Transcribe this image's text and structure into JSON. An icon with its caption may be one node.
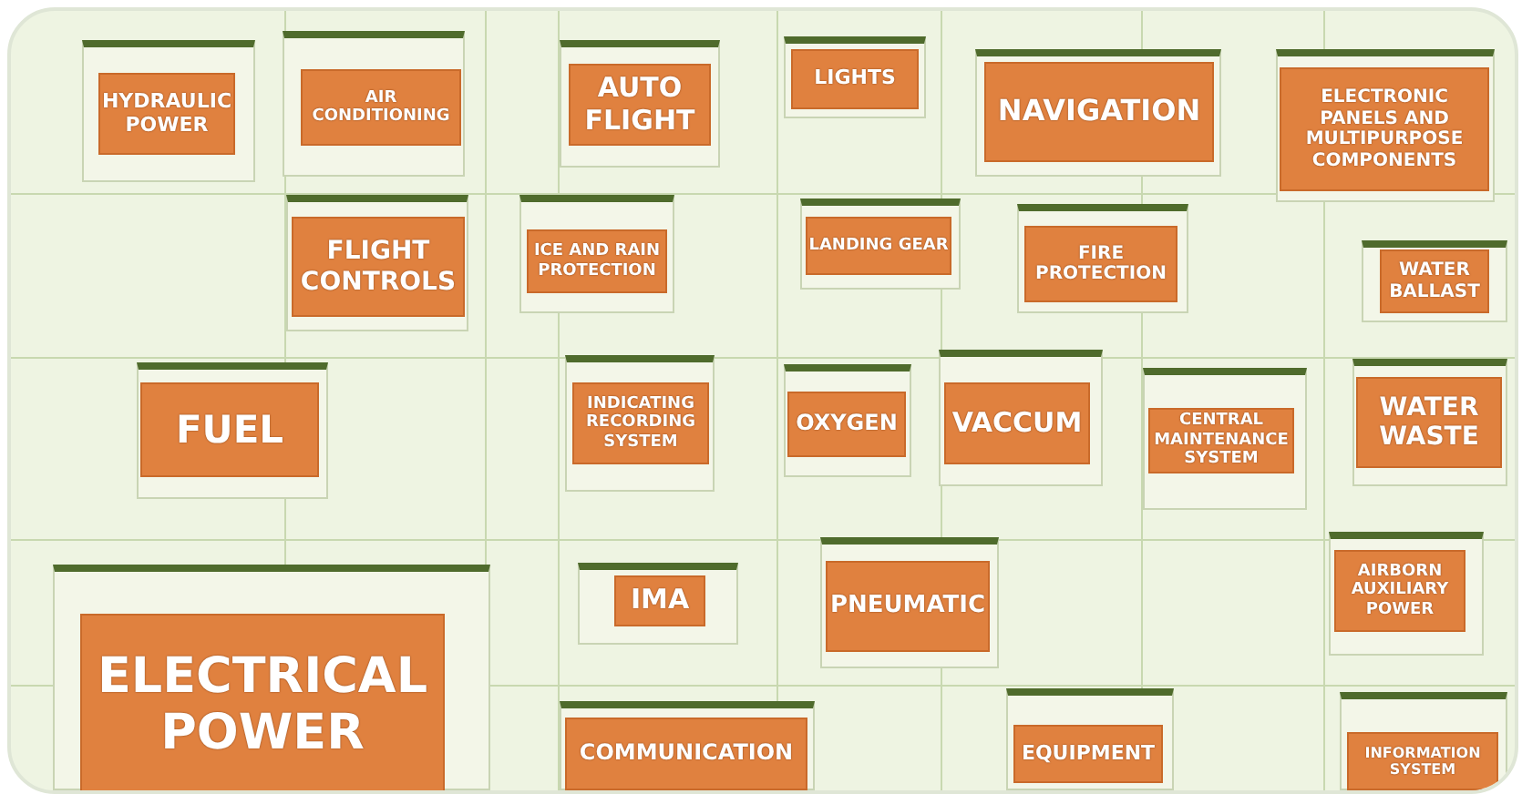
{
  "diagram": {
    "nodes": [
      {
        "text": [
          "HYDRAULIC POWER"
        ]
      },
      {
        "text": [
          "AIR CONDITIONING"
        ]
      },
      {
        "text": [
          "AUTO FLIGHT"
        ]
      },
      {
        "text": [
          "LIGHTS"
        ]
      },
      {
        "text": [
          "NAVIGATION"
        ]
      },
      {
        "text": [
          "ELECTRONIC PANELS AND MULTIPURPOSE COMPONENTS"
        ]
      },
      {
        "text": [
          "FLIGHT CONTROLS"
        ]
      },
      {
        "text": [
          "ICE AND RAIN PROTECTION"
        ]
      },
      {
        "text": [
          "LANDING GEAR"
        ]
      },
      {
        "text": [
          "FIRE PROTECTION"
        ]
      },
      {
        "text": [
          "WATER BALLAST"
        ]
      },
      {
        "text": [
          "FUEL"
        ]
      },
      {
        "text": [
          "INDICATING RECORDING SYSTEM"
        ]
      },
      {
        "text": [
          "OXYGEN"
        ]
      },
      {
        "text": [
          "VACCUM"
        ]
      },
      {
        "text": [
          "CENTRAL MAINTENANCE SYSTEM"
        ]
      },
      {
        "text": [
          "WATER WASTE"
        ]
      },
      {
        "text": [
          "ELECTRICAL POWER"
        ]
      },
      {
        "text": [
          "IMA"
        ]
      },
      {
        "text": [
          "PNEUMATIC"
        ]
      },
      {
        "text": [
          "AIRBORN AUXILIARY POWER"
        ]
      },
      {
        "text": [
          "COMMUNICATION"
        ]
      },
      {
        "text": [
          "EQUIPMENT"
        ]
      },
      {
        "text": [
          "INFORMATION SYSTEM"
        ]
      }
    ]
  }
}
